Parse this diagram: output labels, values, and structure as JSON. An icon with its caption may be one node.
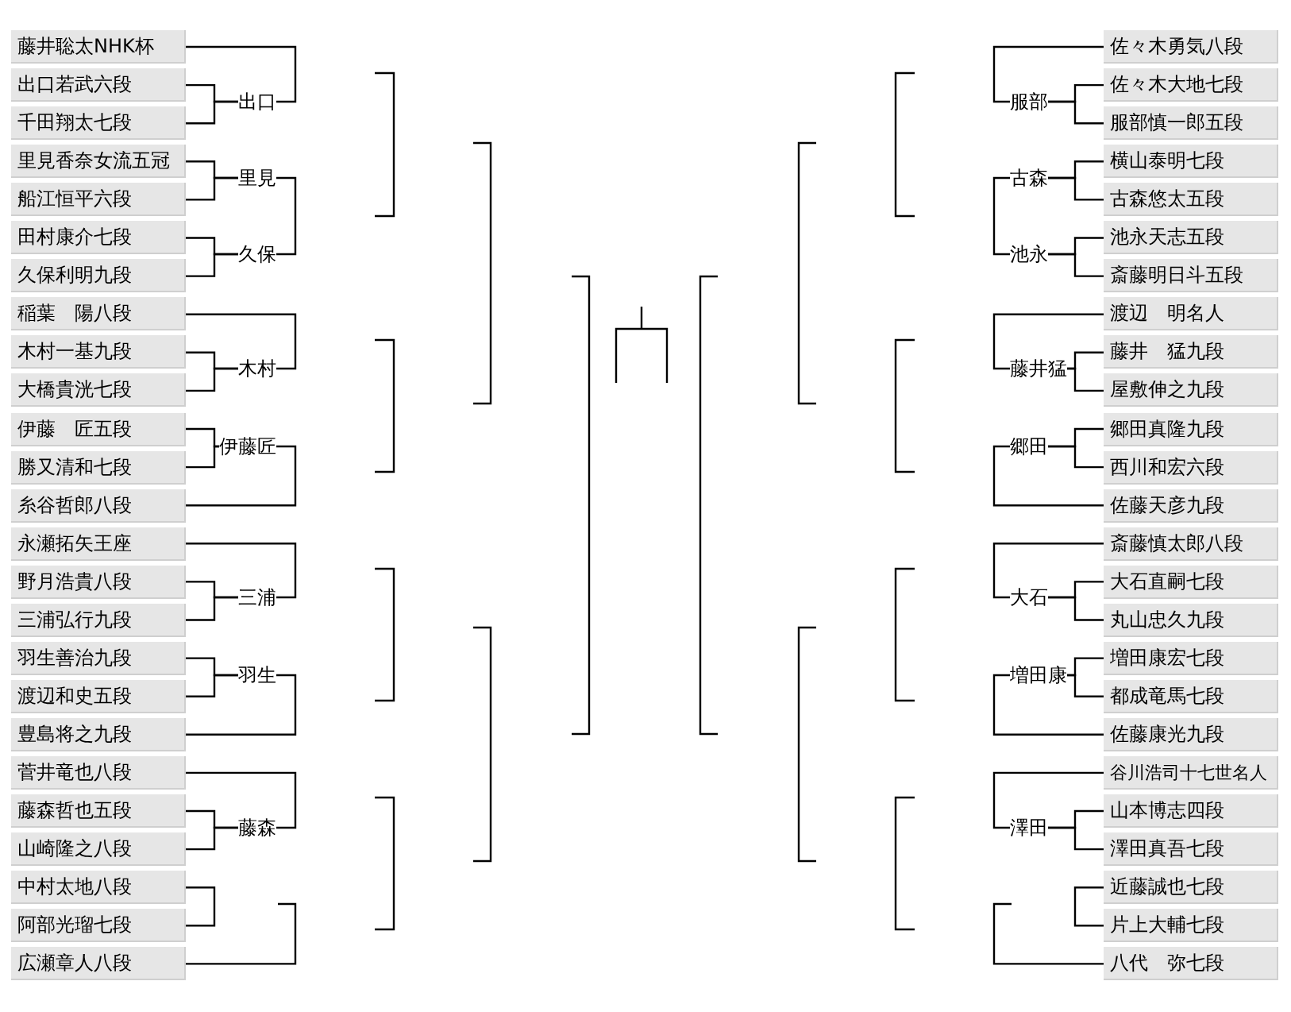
{
  "diagram": {
    "nodes": [
      {
        "text": [
          "藤井聡太NHK杯"
        ]
      },
      {
        "text": [
          "出口若武六段"
        ]
      },
      {
        "text": [
          "千田翔太七段"
        ]
      },
      {
        "text": [
          "里見香奈女流五冠"
        ]
      },
      {
        "text": [
          "船江恒平六段"
        ]
      },
      {
        "text": [
          "田村康介七段"
        ]
      },
      {
        "text": [
          "久保利明九段"
        ]
      },
      {
        "text": [
          "稲葉　陽八段"
        ]
      },
      {
        "text": [
          "木村一基九段"
        ]
      },
      {
        "text": [
          "大橋貴洸七段"
        ]
      },
      {
        "text": [
          "伊藤　匠五段"
        ]
      },
      {
        "text": [
          "勝又清和七段"
        ]
      },
      {
        "text": [
          "糸谷哲郎八段"
        ]
      },
      {
        "text": [
          "永瀬拓矢王座"
        ]
      },
      {
        "text": [
          "野月浩貴八段"
        ]
      },
      {
        "text": [
          "三浦弘行九段"
        ]
      },
      {
        "text": [
          "羽生善治九段"
        ]
      },
      {
        "text": [
          "渡辺和史五段"
        ]
      },
      {
        "text": [
          "豊島将之九段"
        ]
      },
      {
        "text": [
          "菅井竜也八段"
        ]
      },
      {
        "text": [
          "藤森哲也五段"
        ]
      },
      {
        "text": [
          "山崎隆之八段"
        ]
      },
      {
        "text": [
          "中村太地八段"
        ]
      },
      {
        "text": [
          "阿部光瑠七段"
        ]
      },
      {
        "text": [
          "広瀬章人八段"
        ]
      },
      {
        "text": [
          "出口"
        ]
      },
      {
        "text": [
          "里見"
        ]
      },
      {
        "text": [
          "久保"
        ]
      },
      {
        "text": [
          "木村"
        ]
      },
      {
        "text": [
          "伊藤匠"
        ]
      },
      {
        "text": [
          "三浦"
        ]
      },
      {
        "text": [
          "羽生"
        ]
      },
      {
        "text": [
          "藤森"
        ]
      },
      {
        "text": [
          "佐々木勇気八段"
        ]
      },
      {
        "text": [
          "佐々木大地七段"
        ]
      },
      {
        "text": [
          "服部慎一郎五段"
        ]
      },
      {
        "text": [
          "横山泰明七段"
        ]
      },
      {
        "text": [
          "古森悠太五段"
        ]
      },
      {
        "text": [
          "池永天志五段"
        ]
      },
      {
        "text": [
          "斎藤明日斗五段"
        ]
      },
      {
        "text": [
          "渡辺　明名人"
        ]
      },
      {
        "text": [
          "藤井　猛九段"
        ]
      },
      {
        "text": [
          "屋敷伸之九段"
        ]
      },
      {
        "text": [
          "郷田真隆九段"
        ]
      },
      {
        "text": [
          "西川和宏六段"
        ]
      },
      {
        "text": [
          "佐藤天彦九段"
        ]
      },
      {
        "text": [
          "斎藤慎太郎八段"
        ]
      },
      {
        "text": [
          "大石直嗣七段"
        ]
      },
      {
        "text": [
          "丸山忠久九段"
        ]
      },
      {
        "text": [
          "増田康宏七段"
        ]
      },
      {
        "text": [
          "都成竜馬七段"
        ]
      },
      {
        "text": [
          "佐藤康光九段"
        ]
      },
      {
        "text": [
          "谷川浩司十七世名人"
        ]
      },
      {
        "text": [
          "山本博志四段"
        ]
      },
      {
        "text": [
          "澤田真吾七段"
        ]
      },
      {
        "text": [
          "近藤誠也七段"
        ]
      },
      {
        "text": [
          "片上大輔七段"
        ]
      },
      {
        "text": [
          "八代　弥七段"
        ]
      },
      {
        "text": [
          "服部"
        ]
      },
      {
        "text": [
          "古森"
        ]
      },
      {
        "text": [
          "池永"
        ]
      },
      {
        "text": [
          "藤井猛"
        ]
      },
      {
        "text": [
          "郷田"
        ]
      },
      {
        "text": [
          "大石"
        ]
      },
      {
        "text": [
          "増田康"
        ]
      },
      {
        "text": [
          "澤田"
        ]
      }
    ],
    "edges": [
      {
        "from": 1,
        "to": 25,
        "arrow": "none"
      },
      {
        "from": 2,
        "to": 25,
        "arrow": "none"
      },
      {
        "from": 25,
        "to": 0,
        "arrow": "none"
      },
      {
        "from": 3,
        "to": 26,
        "arrow": "none"
      },
      {
        "from": 4,
        "to": 26,
        "arrow": "none"
      },
      {
        "from": 5,
        "to": 27,
        "arrow": "none"
      },
      {
        "from": 6,
        "to": 27,
        "arrow": "none"
      },
      {
        "from": 26,
        "to": 27,
        "arrow": "none"
      },
      {
        "from": 8,
        "to": 28,
        "arrow": "none"
      },
      {
        "from": 9,
        "to": 28,
        "arrow": "none"
      },
      {
        "from": 28,
        "to": 7,
        "arrow": "none"
      },
      {
        "from": 10,
        "to": 29,
        "arrow": "none"
      },
      {
        "from": 11,
        "to": 29,
        "arrow": "none"
      },
      {
        "from": 29,
        "to": 12,
        "arrow": "none"
      },
      {
        "from": 14,
        "to": 30,
        "arrow": "none"
      },
      {
        "from": 15,
        "to": 30,
        "arrow": "none"
      },
      {
        "from": 30,
        "to": 13,
        "arrow": "none"
      },
      {
        "from": 16,
        "to": 31,
        "arrow": "none"
      },
      {
        "from": 17,
        "to": 31,
        "arrow": "none"
      },
      {
        "from": 31,
        "to": 18,
        "arrow": "none"
      },
      {
        "from": 20,
        "to": 32,
        "arrow": "none"
      },
      {
        "from": 21,
        "to": 32,
        "arrow": "none"
      },
      {
        "from": 32,
        "to": 19,
        "arrow": "none"
      },
      {
        "from": 22,
        "to": 23,
        "arrow": "none"
      },
      {
        "from": null,
        "to": 24,
        "arrow": "none"
      },
      {
        "from": 34,
        "to": 58,
        "arrow": "none"
      },
      {
        "from": 35,
        "to": 58,
        "arrow": "none"
      },
      {
        "from": 58,
        "to": 33,
        "arrow": "none"
      },
      {
        "from": 36,
        "to": 59,
        "arrow": "none"
      },
      {
        "from": 37,
        "to": 59,
        "arrow": "none"
      },
      {
        "from": 38,
        "to": 60,
        "arrow": "none"
      },
      {
        "from": 39,
        "to": 60,
        "arrow": "none"
      },
      {
        "from": 59,
        "to": 60,
        "arrow": "none"
      },
      {
        "from": 41,
        "to": 61,
        "arrow": "none"
      },
      {
        "from": 42,
        "to": 61,
        "arrow": "none"
      },
      {
        "from": 61,
        "to": 40,
        "arrow": "none"
      },
      {
        "from": 43,
        "to": 62,
        "arrow": "none"
      },
      {
        "from": 44,
        "to": 62,
        "arrow": "none"
      },
      {
        "from": 62,
        "to": 45,
        "arrow": "none"
      },
      {
        "from": 47,
        "to": 63,
        "arrow": "none"
      },
      {
        "from": 48,
        "to": 63,
        "arrow": "none"
      },
      {
        "from": 63,
        "to": 46,
        "arrow": "none"
      },
      {
        "from": 49,
        "to": 64,
        "arrow": "none"
      },
      {
        "from": 50,
        "to": 64,
        "arrow": "none"
      },
      {
        "from": 64,
        "to": 51,
        "arrow": "none"
      },
      {
        "from": 53,
        "to": 65,
        "arrow": "none"
      },
      {
        "from": 54,
        "to": 65,
        "arrow": "none"
      },
      {
        "from": 65,
        "to": 52,
        "arrow": "none"
      },
      {
        "from": 55,
        "to": 56,
        "arrow": "none"
      },
      {
        "from": null,
        "to": 57,
        "arrow": "none"
      }
    ]
  }
}
